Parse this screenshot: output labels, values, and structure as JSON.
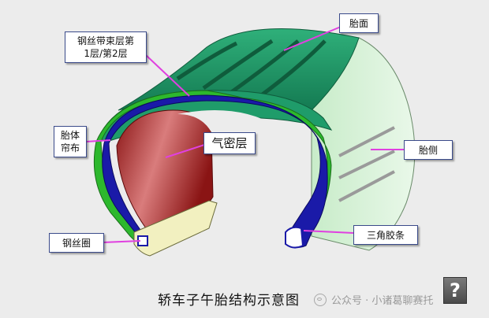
{
  "labels": {
    "taimian": "胎面",
    "gangsi_daishu_line1": "钢丝带束层第",
    "gangsi_daishu_line2": "1层/第2层",
    "taiti_line1": "胎体",
    "taiti_line2": "帘布",
    "qimiceng": "气密层",
    "taice": "胎侧",
    "gangsiquan": "钢丝圈",
    "sanjiaojiaotiao": "三角胶条"
  },
  "caption": "轿车子午胎结构示意图",
  "watermark": "公众号 · 小诸葛聊赛托",
  "help_glyph": "?",
  "colors": {
    "background": "#ececec",
    "tread": "#1f9c6a",
    "tread_dark": "#147a52",
    "sidewall": "#d6f2d8",
    "belt": "#1a1aa8",
    "carcass": "#2db82d",
    "inner_liner": "#9e1f1f",
    "bead_apex": "#f2f0c0",
    "leader": "#e040e0"
  }
}
